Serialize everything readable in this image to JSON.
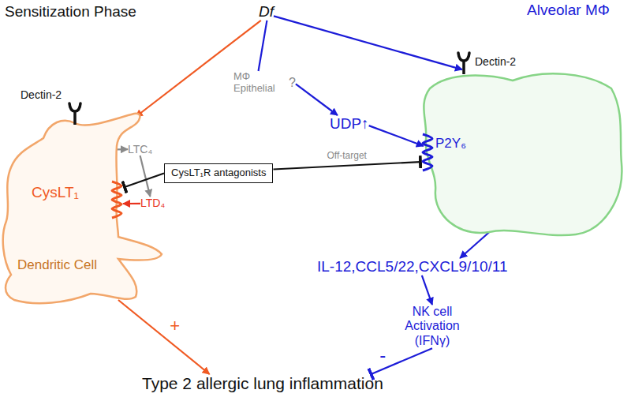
{
  "diagram": {
    "nodes": [
      {
        "text": [
          "Df"
        ]
      },
      {
        "text": [
          "Alveolar MΦ",
          "P2Y₆"
        ]
      },
      {
        "text": [
          "MΦ Epithelial",
          "?"
        ]
      },
      {
        "text": [
          "UDP↑"
        ]
      },
      {
        "text": [
          "CysLT₁",
          "Dendritic Cell"
        ]
      },
      {
        "text": [
          "LTC₄"
        ]
      },
      {
        "text": [
          "LTD₄"
        ]
      },
      {
        "text": [
          "CysLT₁R antagonists"
        ]
      },
      {
        "text": [
          "IL-12,CCL5/22,CXCL9/10/11"
        ]
      },
      {
        "text": [
          "NK cell Activation (IFNγ)"
        ]
      },
      {
        "text": [
          "Type 2 allergic lung inflammation"
        ]
      }
    ],
    "edges": [
      {
        "from": 0,
        "to": 4,
        "arrow": "to"
      },
      {
        "from": 0,
        "to": 1,
        "arrow": "to"
      },
      {
        "from": 0,
        "to": 2,
        "arrow": "none"
      },
      {
        "from": 2,
        "to": 3,
        "arrow": "to"
      },
      {
        "from": 3,
        "to": 1,
        "arrow": "to"
      },
      {
        "from": 4,
        "to": 5,
        "arrow": "to"
      },
      {
        "from": 5,
        "to": 6,
        "arrow": "to"
      },
      {
        "from": 6,
        "to": 4,
        "arrow": "to"
      },
      {
        "from": 7,
        "to": 4,
        "arrow": "to"
      },
      {
        "from": 7,
        "to": 1,
        "arrow": "to",
        "label": "Off-target"
      },
      {
        "from": 1,
        "to": 8,
        "arrow": "to"
      },
      {
        "from": 8,
        "to": 9,
        "arrow": "to"
      },
      {
        "from": 9,
        "to": 10,
        "arrow": "to",
        "label": "-"
      },
      {
        "from": 4,
        "to": 10,
        "arrow": "to",
        "label": "+"
      }
    ],
    "labels": [
      "Sensitization Phase",
      "Dectin-2",
      "Dectin-2"
    ]
  }
}
